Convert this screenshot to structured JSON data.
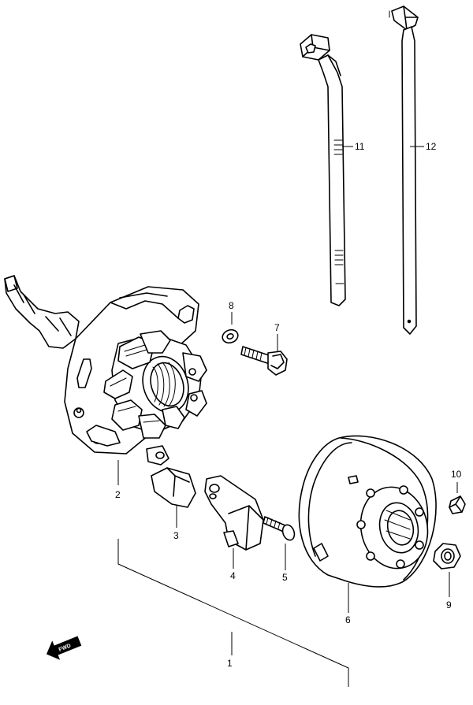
{
  "callouts": [
    {
      "id": "1",
      "label": "1"
    },
    {
      "id": "2",
      "label": "2"
    },
    {
      "id": "3",
      "label": "3"
    },
    {
      "id": "4",
      "label": "4"
    },
    {
      "id": "5",
      "label": "5"
    },
    {
      "id": "6",
      "label": "6"
    },
    {
      "id": "7",
      "label": "7"
    },
    {
      "id": "8",
      "label": "8"
    },
    {
      "id": "9",
      "label": "9"
    },
    {
      "id": "10",
      "label": "10"
    },
    {
      "id": "11",
      "label": "11"
    },
    {
      "id": "12",
      "label": "12"
    }
  ],
  "direction_marker": {
    "label": "FWD"
  }
}
